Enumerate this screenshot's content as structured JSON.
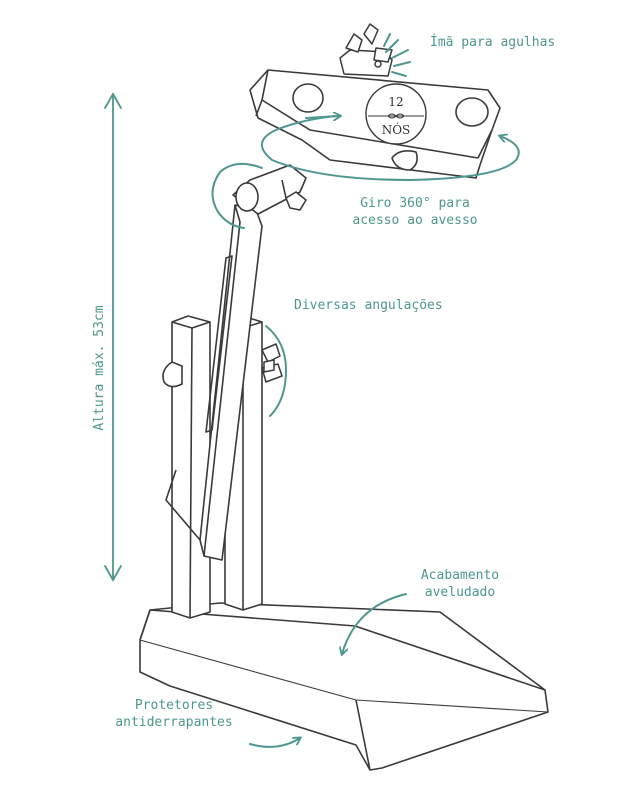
{
  "labels": {
    "magnet": "Ímã para agulhas",
    "rotation_line1": "Giro 360° para",
    "rotation_line2": "acesso ao avesso",
    "angles": "Diversas angulações",
    "height": "Altura máx.  53cm",
    "finish_line1": "Acabamento",
    "finish_line2": "aveludado",
    "protectors_line1": "Protetores",
    "protectors_line2": "antiderrapantes"
  },
  "logo": {
    "top": "12",
    "bottom": "NÓS"
  },
  "colors": {
    "accent": "#4e9690",
    "line": "#3a3a3a",
    "background": "#ffffff"
  }
}
